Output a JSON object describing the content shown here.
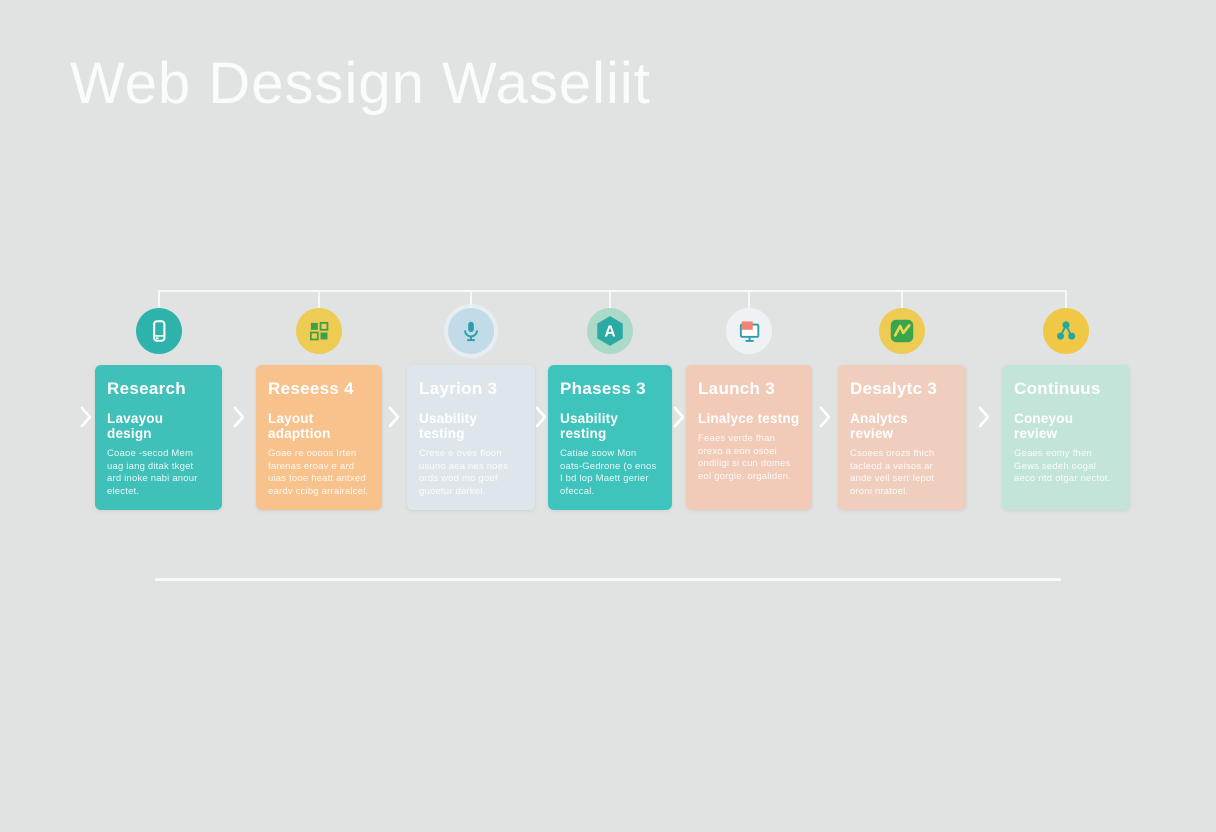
{
  "page": {
    "title": "Web Dessign Waseliit",
    "title_color": "#fafbfb",
    "background": "#e0e3e2"
  },
  "timeline": {
    "connector_color": "#f6f8f8",
    "chevron_icon": {
      "name": "chevron-right-icon",
      "color": "#ffffff"
    },
    "bottom_rule_color": "#f7f9f9"
  },
  "phases": [
    {
      "title": "Research",
      "subtitle": "Lavayou design",
      "body": "Coaoe -secod Mem uag iang ditak tkget ard inoke nabi anour electet.",
      "card_color": "#3fc0b9",
      "icon": {
        "name": "mobile-phone-icon",
        "circle": "#2db3ab",
        "glyph": "#ffffff"
      }
    },
    {
      "title": "Reseess 4",
      "subtitle": "Layout adapttion",
      "body": "Goae re oooos Irten farenas eroav e ard uias tooe heatt antxed eardv ccibg arrairalcel.",
      "card_color": "#f8c28c",
      "icon": {
        "name": "grid-squares-icon",
        "circle": "#eecb52",
        "glyph": "#3f9e4a"
      }
    },
    {
      "title": "Layrion 3",
      "subtitle": "Usability testing",
      "body": "Crese e oves floon usuno aea nes noes ords wod mo goef guoetur darkel.",
      "card_color": "#dee6ec",
      "icon": {
        "name": "microphone-icon",
        "circle": "#c2dbe9",
        "glyph": "#2f9dac",
        "ring": true
      }
    },
    {
      "title": "Phasess 3",
      "subtitle": "Usability resting",
      "body": "Catiae soow Mon oats-Gedrone (o enos I bd lop Maett gerier ofeccal.",
      "card_color": "#3ec4bd",
      "icon": {
        "name": "hexagon-a-icon",
        "circle": "#abdac8",
        "glyph": "#2baaa3",
        "accent": "#ffffff"
      }
    },
    {
      "title": "Launch 3",
      "subtitle": "Linalyce testng",
      "body": "Feaes verde fhan orexo a eon osoei ondiligi si cun domes eol gorgie. orgaliden.",
      "card_color": "#f1cab8",
      "icon": {
        "name": "monitor-windows-icon",
        "circle": "#eef2f5",
        "glyph": "#2e9aa9",
        "accent": "#f08576"
      }
    },
    {
      "title": "Desalytc 3",
      "subtitle": "Analytcs review",
      "body": "Csoees orozs fhich tacleod a veisos ar ande vell serr lepot oroni nratoel.",
      "card_color": "#f0cebe",
      "icon": {
        "name": "line-chart-icon",
        "circle": "#eecb52",
        "glyph": "#3aa64b",
        "accent": "#ecd84f"
      }
    },
    {
      "title": "Continuus",
      "subtitle": "Coneyou review",
      "body": "Geaes eomy fhen Gews sedeh oogal aeco ritd otgar nectot.",
      "card_color": "#c3e4d9",
      "icon": {
        "name": "share-network-icon",
        "circle": "#f0c845",
        "glyph": "#21a89f"
      }
    }
  ]
}
